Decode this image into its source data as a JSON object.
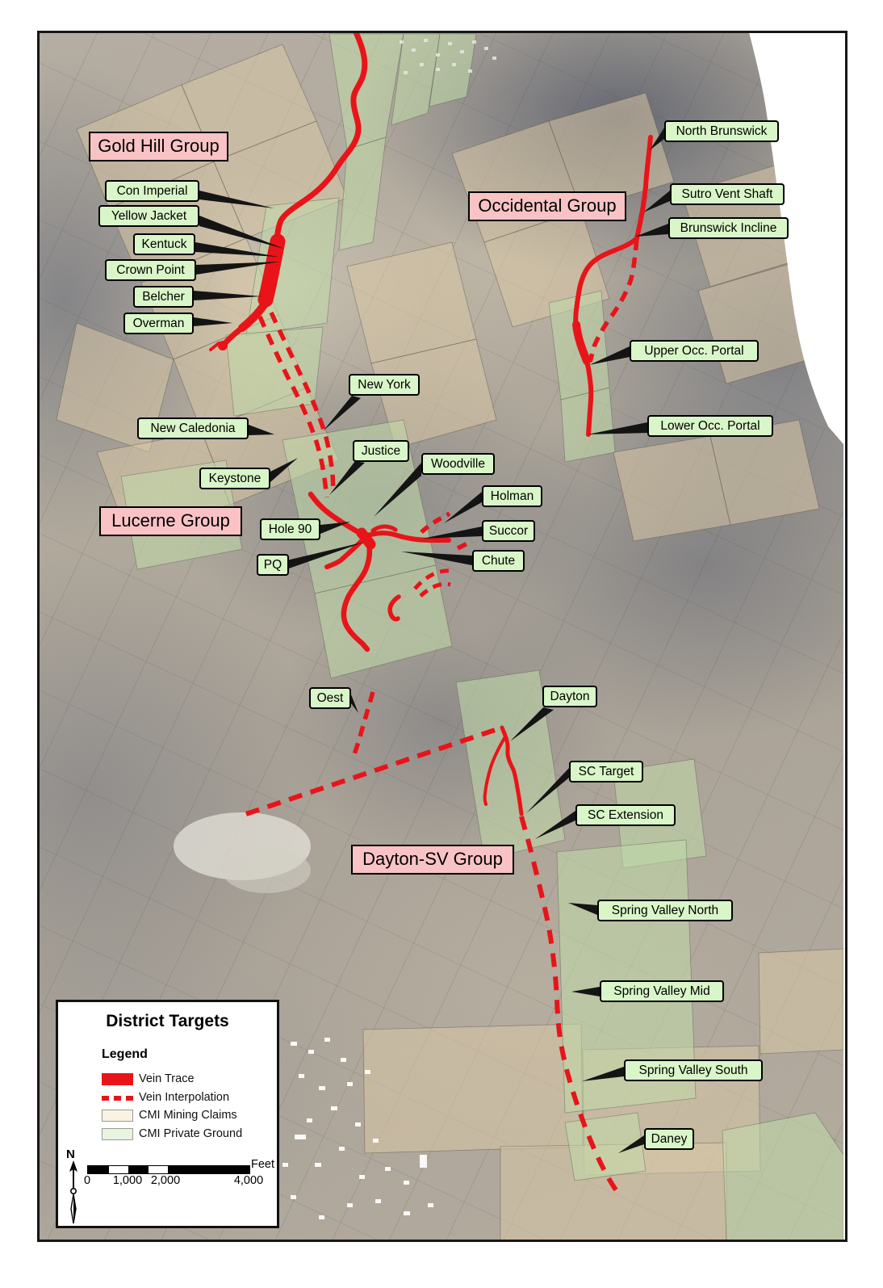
{
  "map_title": "District Targets",
  "groups": [
    {
      "label": "Gold Hill Group"
    },
    {
      "label": "Occidental Group"
    },
    {
      "label": "Lucerne Group"
    },
    {
      "label": "Dayton-SV Group"
    }
  ],
  "targets": [
    {
      "label": "Con Imperial"
    },
    {
      "label": "Yellow Jacket"
    },
    {
      "label": "Kentuck"
    },
    {
      "label": "Crown Point"
    },
    {
      "label": "Belcher"
    },
    {
      "label": "Overman"
    },
    {
      "label": "North Brunswick"
    },
    {
      "label": "Sutro Vent Shaft"
    },
    {
      "label": "Brunswick Incline"
    },
    {
      "label": "Upper Occ. Portal"
    },
    {
      "label": "Lower Occ. Portal"
    },
    {
      "label": "New York"
    },
    {
      "label": "New Caledonia"
    },
    {
      "label": "Justice"
    },
    {
      "label": "Keystone"
    },
    {
      "label": "Woodville"
    },
    {
      "label": "Holman"
    },
    {
      "label": "Succor"
    },
    {
      "label": "Chute"
    },
    {
      "label": "Hole 90"
    },
    {
      "label": "PQ"
    },
    {
      "label": "Oest"
    },
    {
      "label": "Dayton"
    },
    {
      "label": "SC Target"
    },
    {
      "label": "SC Extension"
    },
    {
      "label": "Spring Valley North"
    },
    {
      "label": "Spring Valley Mid"
    },
    {
      "label": "Spring Valley South"
    },
    {
      "label": "Daney"
    }
  ],
  "legend": {
    "title": "District Targets",
    "heading": "Legend",
    "items": [
      {
        "label": "Vein Trace"
      },
      {
        "label": "Vein Interpolation"
      },
      {
        "label": "CMI Mining Claims"
      },
      {
        "label": "CMI Private Ground"
      }
    ]
  },
  "scale_bar": {
    "ticks": [
      "0",
      "1,000",
      "2,000",
      "4,000"
    ],
    "unit": "Feet"
  },
  "north": {
    "label": "N"
  },
  "colors": {
    "vein": "#e81419",
    "group_box": "#f9c3c6",
    "target_box": "#d9f6c8",
    "claims_swatch": "#faf3e2",
    "private_swatch": "#e9f4e0"
  }
}
